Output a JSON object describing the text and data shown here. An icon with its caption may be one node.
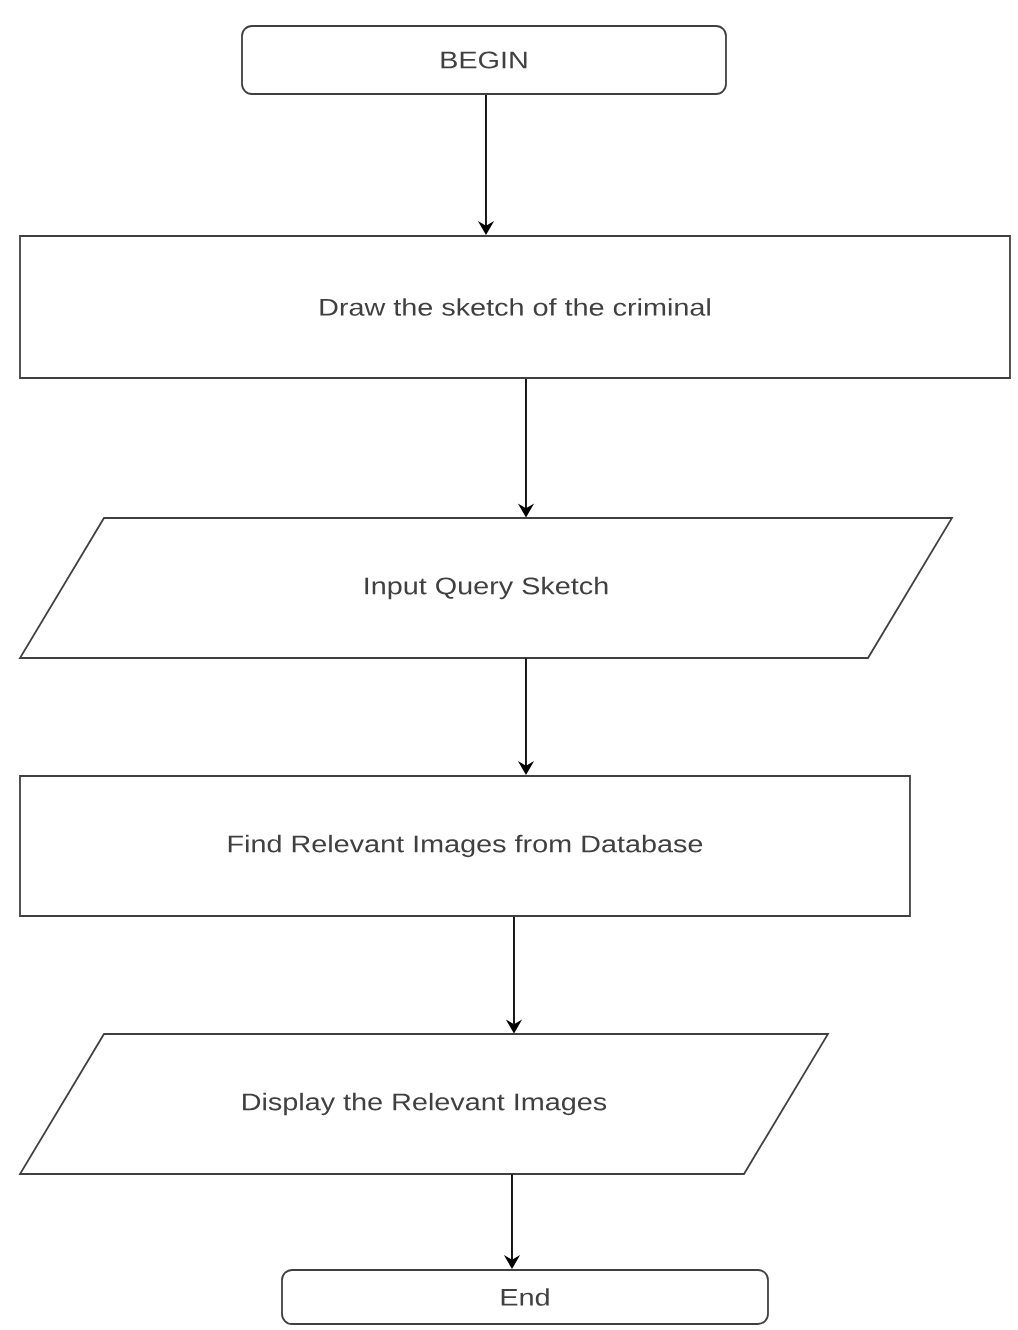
{
  "diagram": {
    "nodes": [
      {
        "text": [
          "BEGIN"
        ]
      },
      {
        "text": [
          "Draw the sketch of the criminal"
        ]
      },
      {
        "text": [
          "Input Query Sketch"
        ]
      },
      {
        "text": [
          "Find Relevant Images from Database"
        ]
      },
      {
        "text": [
          "Display the Relevant Images"
        ]
      },
      {
        "text": [
          "End"
        ]
      }
    ],
    "edges": [
      {
        "from": 0,
        "to": 1,
        "arrow": "to"
      },
      {
        "from": 1,
        "to": 2,
        "arrow": "to"
      },
      {
        "from": 2,
        "to": 3,
        "arrow": "to"
      },
      {
        "from": 3,
        "to": 4,
        "arrow": "to"
      },
      {
        "from": 4,
        "to": 5,
        "arrow": "to"
      }
    ]
  }
}
